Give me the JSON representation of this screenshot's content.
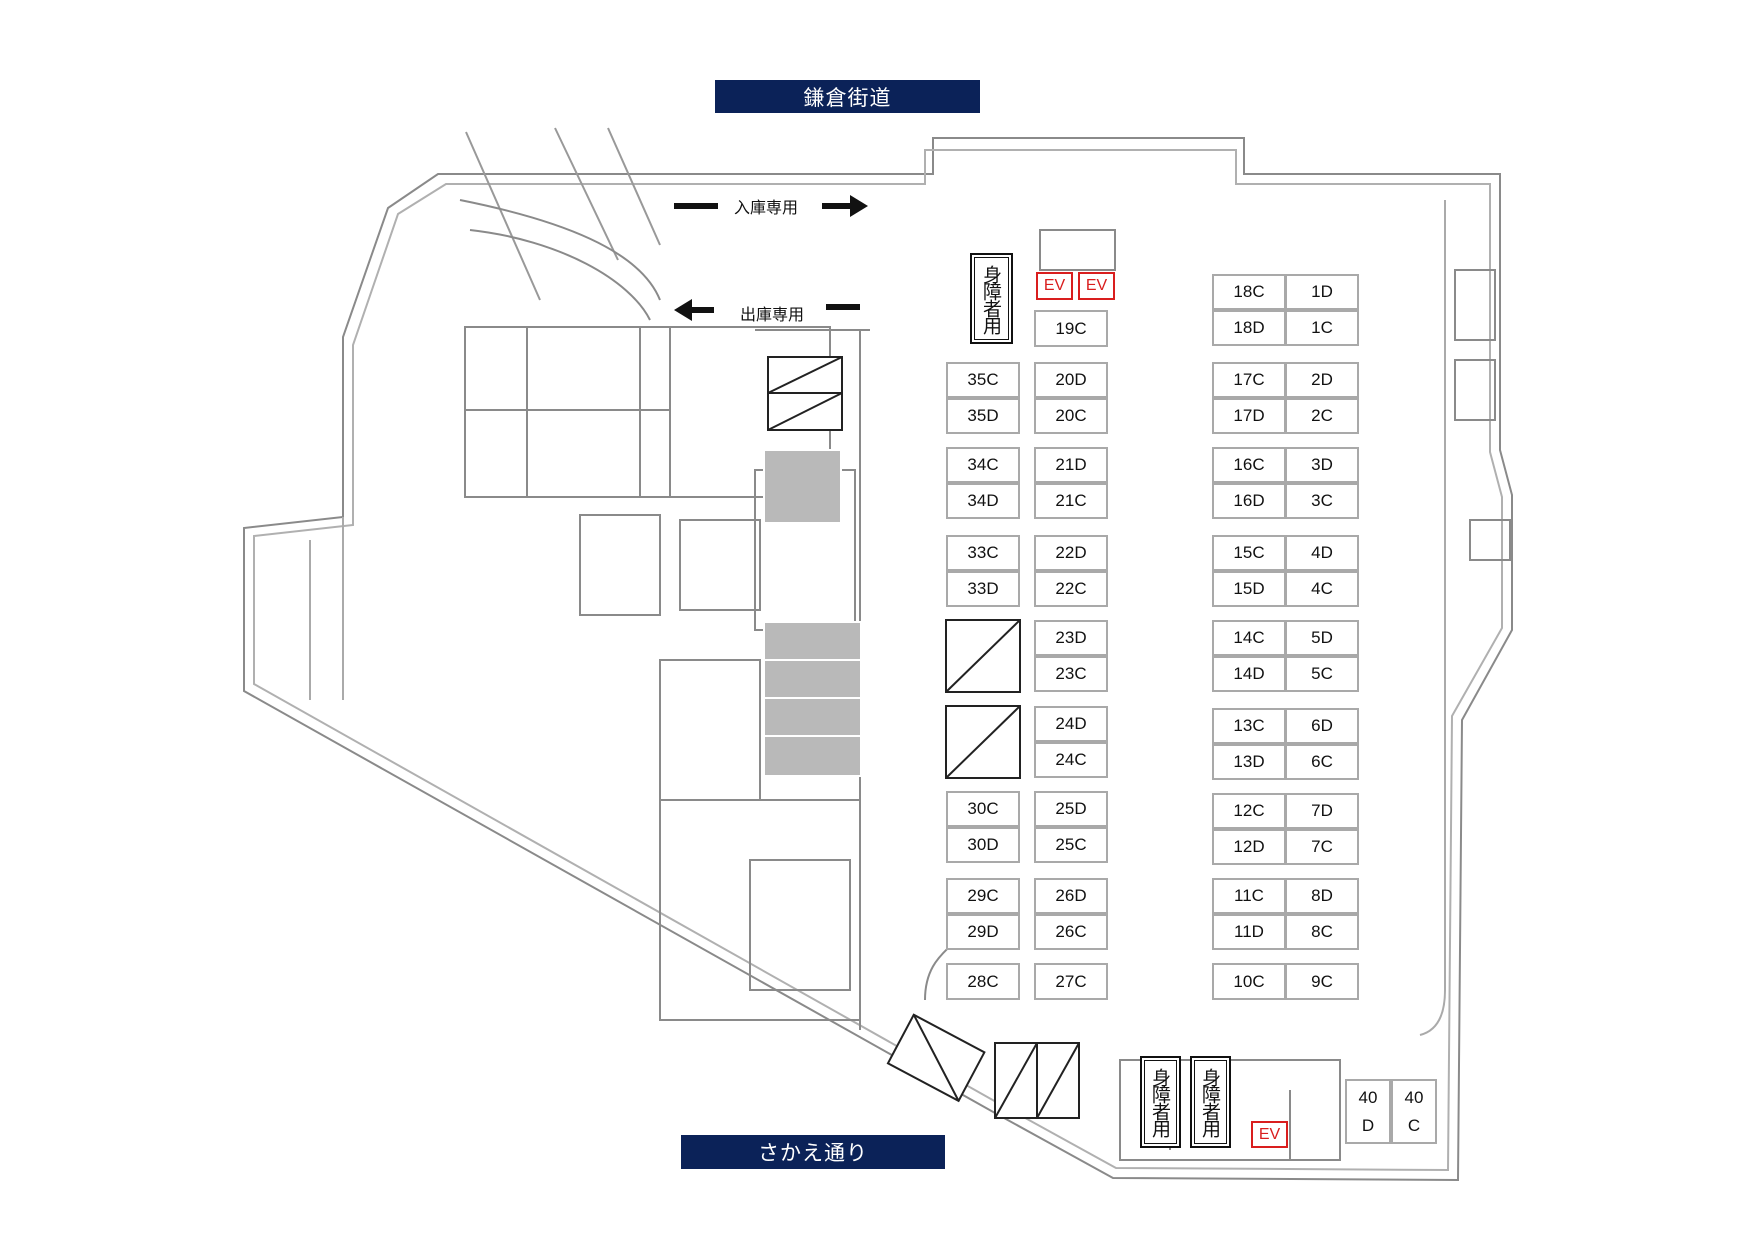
{
  "roads": {
    "north": "鎌倉街道",
    "south": "さかえ通り"
  },
  "traffic": {
    "entry_label": "入庫専用",
    "exit_label": "出庫専用"
  },
  "accessible_label": "身障者用",
  "elevator_label": "EV",
  "stalls": {
    "top_single": "19C",
    "col1": [
      "35C",
      "35D",
      "34C",
      "34D",
      "33C",
      "33D",
      "30C",
      "30D",
      "29C",
      "29D",
      "28C"
    ],
    "col2": [
      "20D",
      "20C",
      "21D",
      "21C",
      "22D",
      "22C",
      "23D",
      "23C",
      "24D",
      "24C",
      "25D",
      "25C",
      "26D",
      "26C",
      "27C"
    ],
    "col3": [
      "18C",
      "18D",
      "17C",
      "17D",
      "16C",
      "16D",
      "15C",
      "15D",
      "14C",
      "14D",
      "13C",
      "13D",
      "12C",
      "12D",
      "11C",
      "11D",
      "10C"
    ],
    "col4": [
      "1D",
      "1C",
      "2D",
      "2C",
      "3D",
      "3C",
      "4D",
      "4C",
      "5D",
      "5C",
      "6D",
      "6C",
      "7D",
      "7C",
      "8D",
      "8C",
      "9C"
    ],
    "south_pair": [
      "40\nD",
      "40\nC"
    ]
  },
  "colors": {
    "banner": "#0b2258",
    "ev": "#d91e1e",
    "unavailable": "#b9b9b9"
  }
}
